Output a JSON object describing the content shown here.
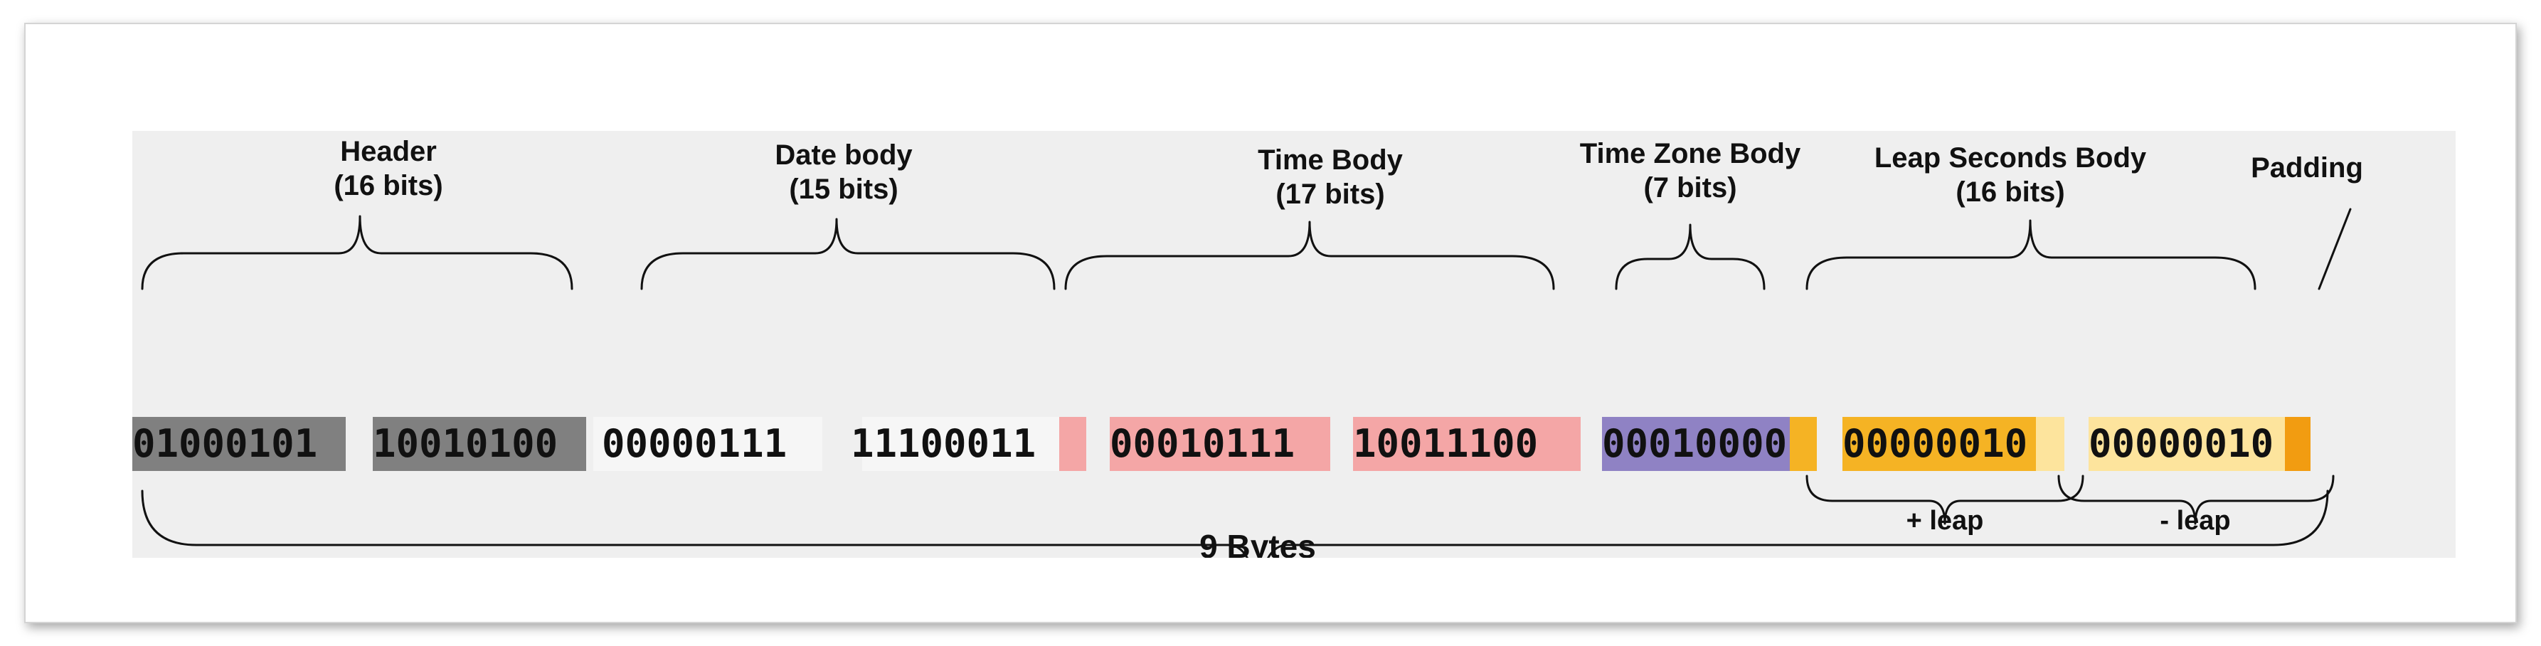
{
  "segments": {
    "header": {
      "title": "Header",
      "size": "(16 bits)"
    },
    "date": {
      "title": "Date body",
      "size": "(15 bits)"
    },
    "time": {
      "title": "Time Body",
      "size": "(17 bits)"
    },
    "tz": {
      "title": "Time Zone Body",
      "size": "(7 bits)"
    },
    "leap": {
      "title": "Leap Seconds Body",
      "size": "(16 bits)"
    },
    "padding": {
      "title": "Padding"
    }
  },
  "bytes": [
    "01000101",
    "10010100",
    "00000111",
    "11100011",
    "00010111",
    "10011100",
    "00010000",
    "00000010",
    "00000010"
  ],
  "sub_labels": {
    "plus_leap": "+ leap",
    "minus_leap": "- leap"
  },
  "total": "9 Bytes",
  "colors": {
    "header": "#808080",
    "date": "#f6f6f6",
    "time": "#f4a6a6",
    "tz": "#8f82c4",
    "leap": "#f5b324",
    "leap_neg": "#fde49d",
    "padding": "#f29c11"
  }
}
